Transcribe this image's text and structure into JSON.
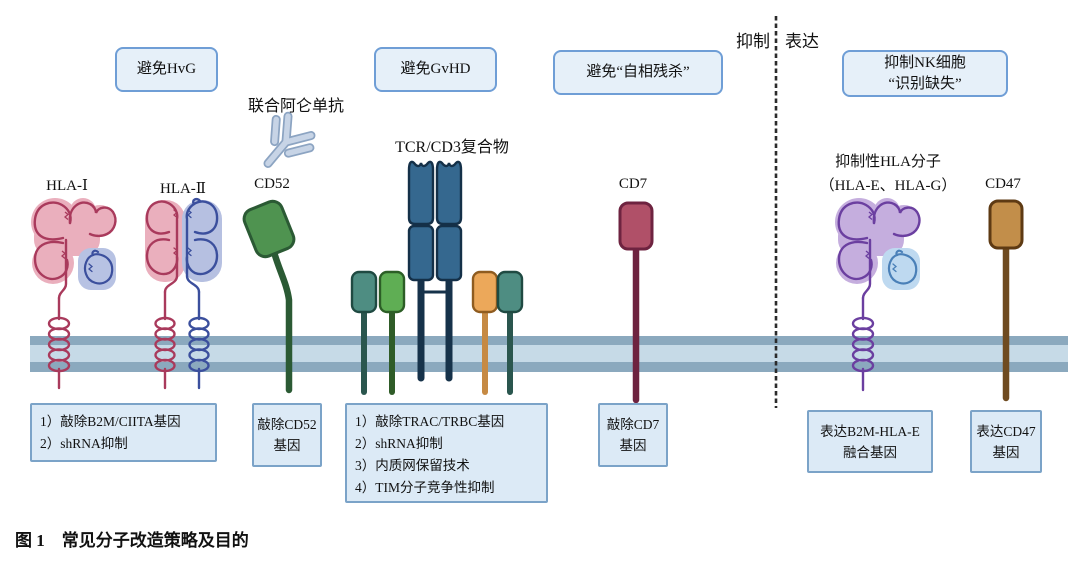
{
  "caption": "图 1　常见分子改造策略及目的",
  "divider": {
    "left": "抑制",
    "right": "表达"
  },
  "goals": {
    "hvg": "避免HvG",
    "gvhd": "避免GvHD",
    "fratricide": "避免“自相残杀”",
    "nk_line1": "抑制NK细胞",
    "nk_line2": "“识别缺失”"
  },
  "labels": {
    "alemtuzumab": "联合阿仑单抗",
    "tcr_complex": "TCR/CD3复合物",
    "hla1": "HLA-Ⅰ",
    "hla2": "HLA-Ⅱ",
    "cd52": "CD52",
    "cd7": "CD7",
    "inhib_hla_line1": "抑制性HLA分子",
    "inhib_hla_line2": "（HLA-E、HLA-G）",
    "cd47": "CD47"
  },
  "strategies": {
    "b2m": {
      "lines": [
        "1）敲除B2M/CIITA基因",
        "2）shRNA抑制"
      ]
    },
    "cd52": {
      "lines": [
        "敲除CD52",
        "基因"
      ]
    },
    "trac": {
      "lines": [
        "1）敲除TRAC/TRBC基因",
        "2）shRNA抑制",
        "3）内质网保留技术",
        "4）TIM分子竞争性抑制"
      ]
    },
    "cd7": {
      "lines": [
        "敲除CD7",
        "基因"
      ]
    },
    "b2m_hla_e": {
      "lines": [
        "表达B2M-HLA-E",
        "融合基因"
      ]
    },
    "cd47": {
      "lines": [
        "表达CD47",
        "基因"
      ]
    }
  },
  "palette": {
    "goal_box_fill": "#e6f0f9",
    "goal_box_border": "#6f9ed6",
    "strategy_box_fill": "#dceaf6",
    "strategy_box_border": "#7ba3c8",
    "membrane_dark": "#8ba9be",
    "membrane_light": "#c6dae7",
    "hla_pink_fill": "#eaafbd",
    "hla_pink_chain": "#a93a5c",
    "b2m_blue_fill": "#b7c2e3",
    "b2m_blue_chain": "#3b4f9d",
    "cd52_green": "#4f9350",
    "cd52_green_dark": "#2b5a34",
    "tcr_blue": "#35688f",
    "tcr_blue_dark": "#16324a",
    "cd3_teal": "#4e8d82",
    "cd3_green": "#5fae54",
    "cd3_orange": "#eca85a",
    "cd7_red": "#b05068",
    "cd7_red_dark": "#6e2340",
    "hla_e_purple_fill": "#c5aede",
    "hla_e_purple_chain": "#6b3fa0",
    "hla_e_b2m_fill": "#bed9f0",
    "hla_e_b2m_chain": "#4a80b8",
    "cd47_brown": "#c28e4a",
    "cd47_brown_dark": "#5e3a13",
    "antibody_fill": "#c7d4e6",
    "antibody_outline": "#8ca4c2",
    "divider_color": "#2b2b2b"
  }
}
